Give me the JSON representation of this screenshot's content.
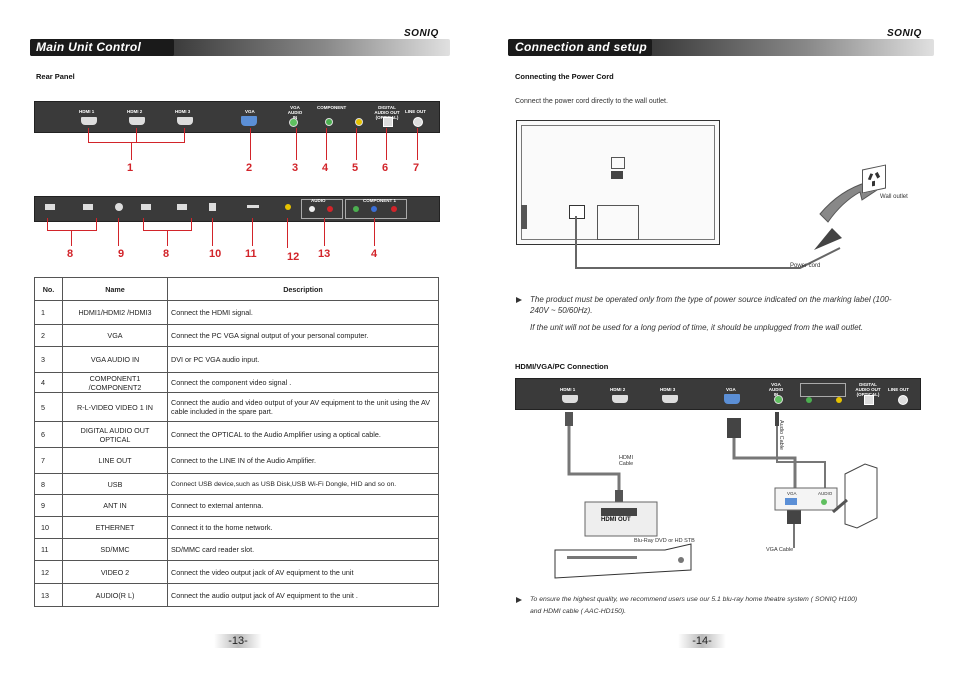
{
  "left": {
    "header": "Main Unit Control",
    "brand": "SONIQ",
    "section": "Rear Panel",
    "top_panel_labels": [
      "HDMI 1",
      "HDMI 2",
      "HDMI 3",
      "VGA",
      "VGA AUDIO IN",
      "COMPONENT",
      "DIGITAL AUDIO OUT (OPTICAL)",
      "LINE OUT"
    ],
    "top_callouts": [
      "1",
      "2",
      "3",
      "4",
      "5",
      "6",
      "7"
    ],
    "bottom_panel_labels": [
      "AUDIO",
      "COMPONENT 1"
    ],
    "bottom_callouts": [
      "8",
      "9",
      "8",
      "10",
      "11",
      "12",
      "13",
      "4"
    ],
    "table": {
      "headers": [
        "No.",
        "Name",
        "Description"
      ],
      "rows": [
        {
          "no": "1",
          "name": "HDMI1/HDMI2 /HDMI3",
          "desc": "Connect the HDMI signal."
        },
        {
          "no": "2",
          "name": "VGA",
          "desc": "Connect the PC VGA signal output of your personal computer."
        },
        {
          "no": "3",
          "name": "VGA AUDIO IN",
          "desc": "DVI or PC VGA audio input."
        },
        {
          "no": "4",
          "name": "COMPONENT1 /COMPONENT2",
          "desc": "Connect the component video signal ."
        },
        {
          "no": "5",
          "name": "R-L-VIDEO VIDEO 1 IN",
          "desc": "Connect the audio and video output of your AV equipment to the unit using the AV cable included in the spare part."
        },
        {
          "no": "6",
          "name": "DIGITAL AUDIO OUT OPTICAL",
          "desc": "Connect the OPTICAL to the Audio Amplifier using a optical cable."
        },
        {
          "no": "7",
          "name": "LINE OUT",
          "desc": "Connect to the LINE IN of the Audio Amplifier."
        },
        {
          "no": "8",
          "name": "USB",
          "desc": "Connect USB device,such as USB Disk,USB Wi-Fi Dongle, HID and so on."
        },
        {
          "no": "9",
          "name": "ANT IN",
          "desc": "Connect to external antenna."
        },
        {
          "no": "10",
          "name": "ETHERNET",
          "desc": "Connect it to the home network."
        },
        {
          "no": "11",
          "name": "SD/MMC",
          "desc": "SD/MMC card reader slot."
        },
        {
          "no": "12",
          "name": "VIDEO 2",
          "desc": "Connect the video output jack of AV equipment to the unit"
        },
        {
          "no": "13",
          "name": "AUDIO(R L)",
          "desc": "Connect the audio output jack of AV equipment to the unit ."
        }
      ]
    },
    "page": "-13-"
  },
  "right": {
    "header": "Connection and setup",
    "brand": "SONIQ",
    "section1": "Connecting the Power Cord",
    "power_text": "Connect the power cord directly to the wall outlet.",
    "wall_outlet": "Wall outlet",
    "power_cord": "Power cord",
    "note1": "The product must be operated only from the type of power source indicated on the marking label (100-240V ~ 50/60Hz).",
    "note2": "If the unit will not be used for a long period of time, it should be unplugged from the wall outlet.",
    "section2": "HDMI/VGA/PC Connection",
    "panel_labels": [
      "HDMI 1",
      "HDMI 2",
      "HDMI 3",
      "VGA",
      "VGA AUDIO IN",
      "DIGITAL AUDIO OUT (OPTICAL)",
      "LINE OUT"
    ],
    "hdmi_cable": "HDMI Cable",
    "audio_cable": "Audio Cable",
    "hdmi_out": "HDMI OUT",
    "bluray": "Blu-Ray DVD or HD STB",
    "vga_cable": "VGA Cable",
    "pc_vga": "VGA",
    "pc_audio": "AUDIO",
    "note3a": "To ensure the highest quality, we recommend users use our 5.1 blu-ray home theatre system ( SONIQ H100)",
    "note3b": "and HDMI cable ( AAC-HD150).",
    "page": "-14-"
  }
}
